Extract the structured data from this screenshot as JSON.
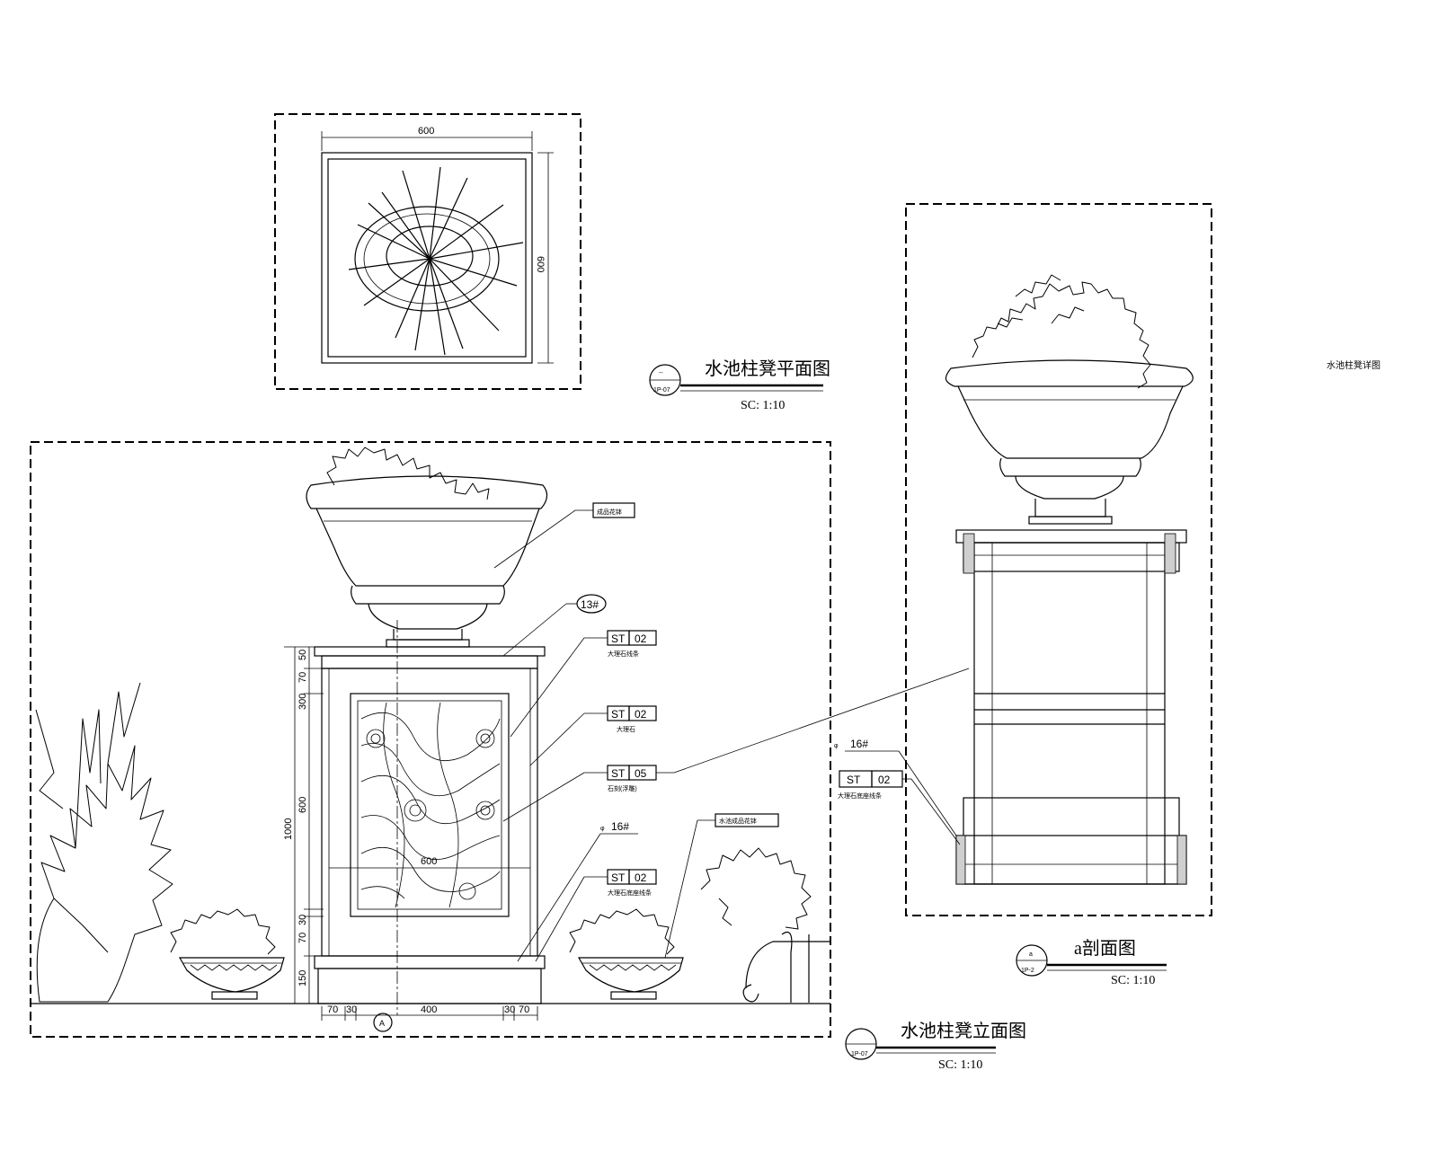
{
  "drawing": {
    "plan": {
      "title": "水池柱凳平面图",
      "scale": "SC: 1:10",
      "symbol_top": "--",
      "symbol_bottom": "1P-07",
      "dim_width": "600",
      "dim_height": "600"
    },
    "section": {
      "title": "a剖面图",
      "scale": "SC: 1:10",
      "symbol_top": "a",
      "symbol_bottom": "1P-2",
      "side_note": "水池柱凳详图"
    },
    "elevation": {
      "title": "水池柱凳立面图",
      "scale": "SC: 1:10",
      "symbol_top": "",
      "symbol_bottom": "1P-07",
      "dims_vertical": [
        "50",
        "70",
        "300",
        "600",
        "30",
        "70",
        "150"
      ],
      "dim_total": "1000",
      "dims_horizontal": [
        "70",
        "30",
        "400",
        "30",
        "70"
      ],
      "inner_width": "600"
    },
    "callouts": [
      {
        "code": "ST",
        "num": "02",
        "note": "大理石线条"
      },
      {
        "code": "ST",
        "num": "02",
        "note": "大理石"
      },
      {
        "code": "ST",
        "num": "05",
        "note": "石刻(浮雕)"
      },
      {
        "code": "ST",
        "num": "02",
        "note": "大理石底座线条"
      }
    ],
    "labels": {
      "vase_note": "成品花钵",
      "bolt_13": "13#",
      "bolt_16": "16#",
      "pot_note": "水池成品花钵",
      "sec_bolt": "16#",
      "sec_code": "ST",
      "sec_num": "02",
      "sec_note": "大理石底座线条",
      "center_mark": "A"
    }
  }
}
